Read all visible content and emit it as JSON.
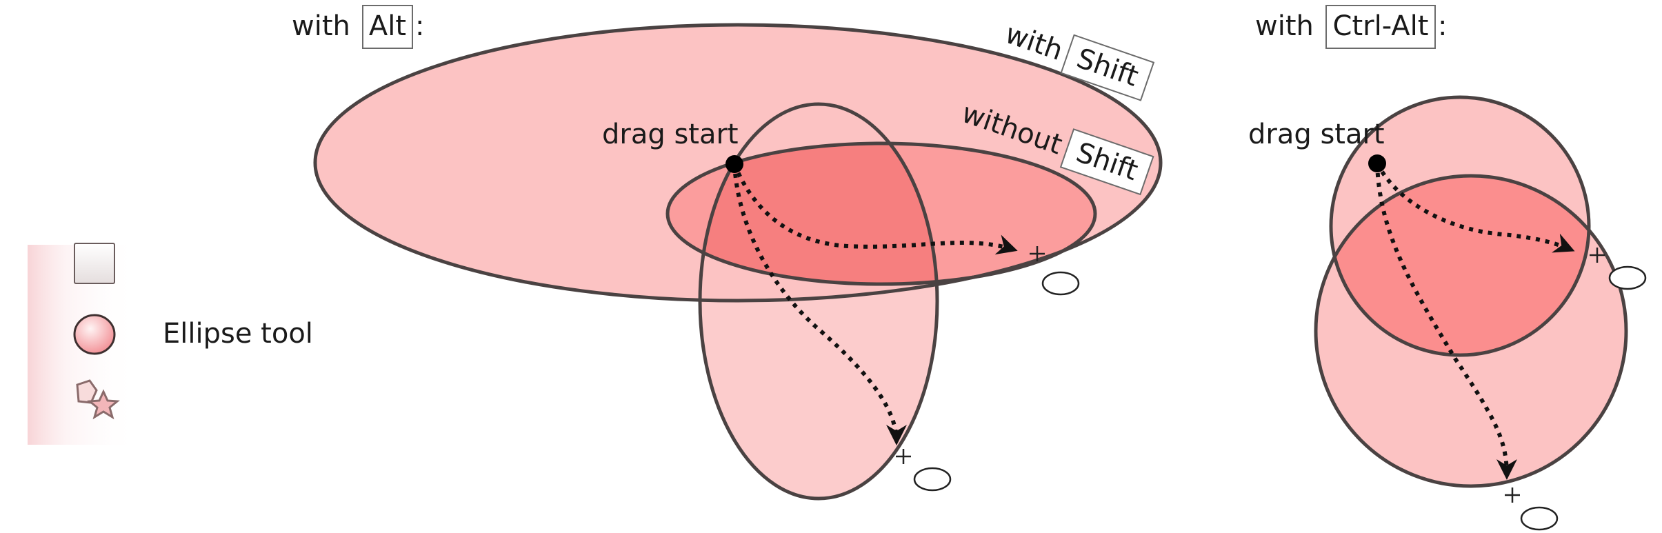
{
  "left_panel": {
    "with_prefix": "with",
    "modifier_key": "Alt",
    "suffix": ":",
    "drag_start_label": "drag start",
    "with_shift_prefix": "with",
    "without_shift_prefix": "without",
    "shift_key": "Shift"
  },
  "right_panel": {
    "with_prefix": "with",
    "modifier_key": "Ctrl-Alt",
    "suffix": ":",
    "drag_start_label": "drag start"
  },
  "toolbar": {
    "tool_label": "Ellipse tool",
    "tools": [
      "rectangle-tool-icon",
      "ellipse-tool-icon",
      "star-polygon-tool-icon"
    ]
  },
  "colors": {
    "fill_light": "#fcc3c3",
    "fill_mid": "#fb9d9d",
    "fill_overlap": "#f67f7f",
    "stroke": "#4a4242"
  }
}
